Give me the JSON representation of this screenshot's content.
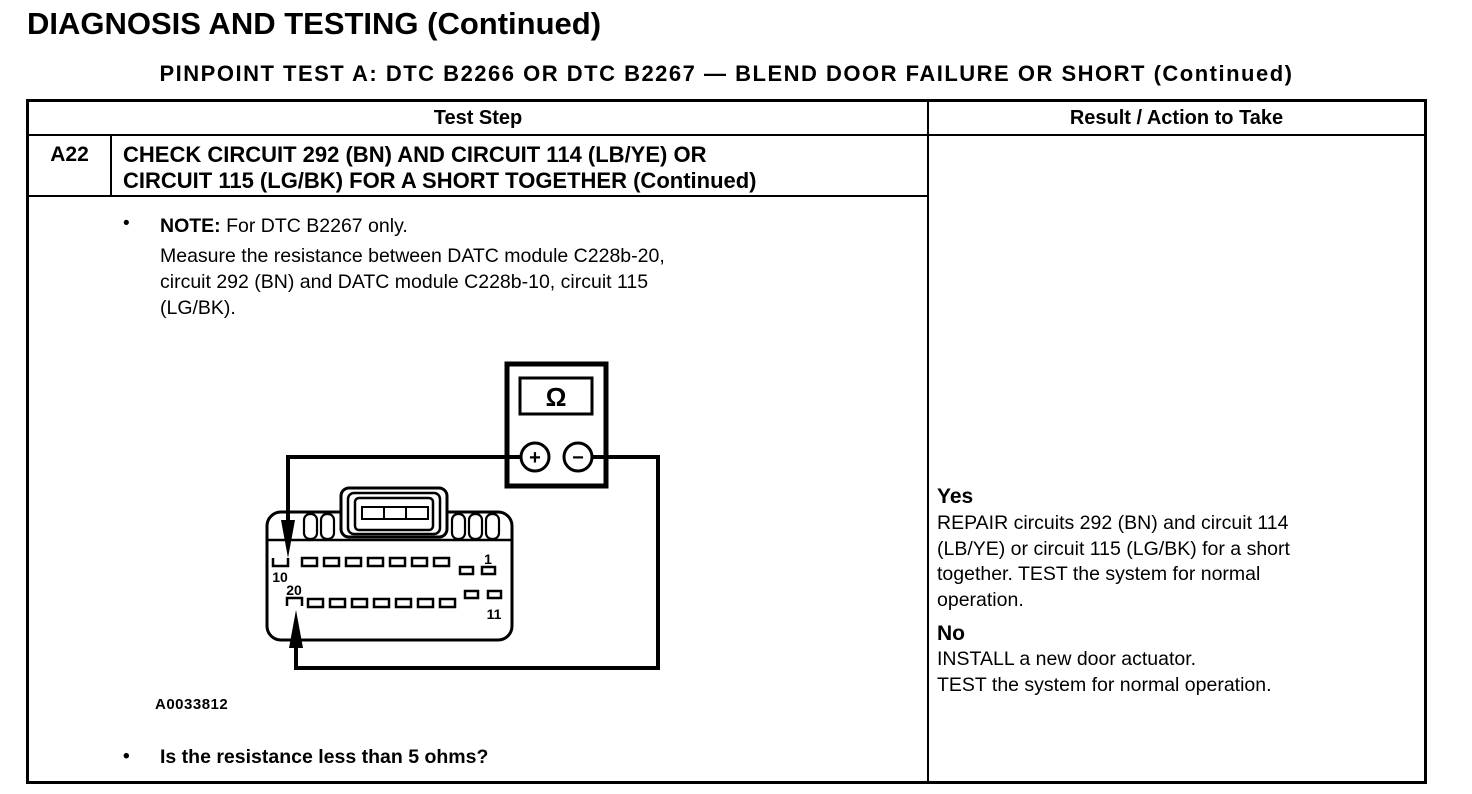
{
  "page": {
    "title": "DIAGNOSIS AND TESTING (Continued)",
    "subtitle": "PINPOINT TEST A: DTC B2266 OR DTC B2267 — BLEND DOOR FAILURE OR SHORT (Continued)"
  },
  "table": {
    "headers": {
      "test_step": "Test Step",
      "result_action": "Result / Action to Take"
    },
    "step": {
      "id": "A22",
      "title": "CHECK CIRCUIT 292 (BN) AND CIRCUIT 114 (LB/YE) OR CIRCUIT 115 (LG/BK) FOR A SHORT TOGETHER (Continued)",
      "bullet": "•",
      "note_label": "NOTE:",
      "note_text": "For DTC B2267 only.",
      "instruction": "Measure the resistance between DATC module C228b-20, circuit 292 (BN) and DATC module C228b-10, circuit 115 (LG/BK).",
      "figure_id": "A0033812",
      "question": "Is the resistance less than 5 ohms?"
    },
    "result": {
      "yes_label": "Yes",
      "yes_action": "REPAIR circuits 292 (BN) and circuit 114 (LB/YE) or circuit 115 (LG/BK) for a short together. TEST the system for normal operation.",
      "no_label": "No",
      "no_action": [
        "INSTALL a new door actuator.",
        "TEST the system for normal operation."
      ]
    }
  },
  "diagram": {
    "meter_display": "Ω",
    "plus_terminal": "+",
    "minus_terminal": "−",
    "pin_labels": {
      "pin1": "1",
      "pin10": "10",
      "pin20": "20",
      "pin11": "11"
    },
    "colors": {
      "line": "#000000",
      "background": "#ffffff"
    }
  }
}
